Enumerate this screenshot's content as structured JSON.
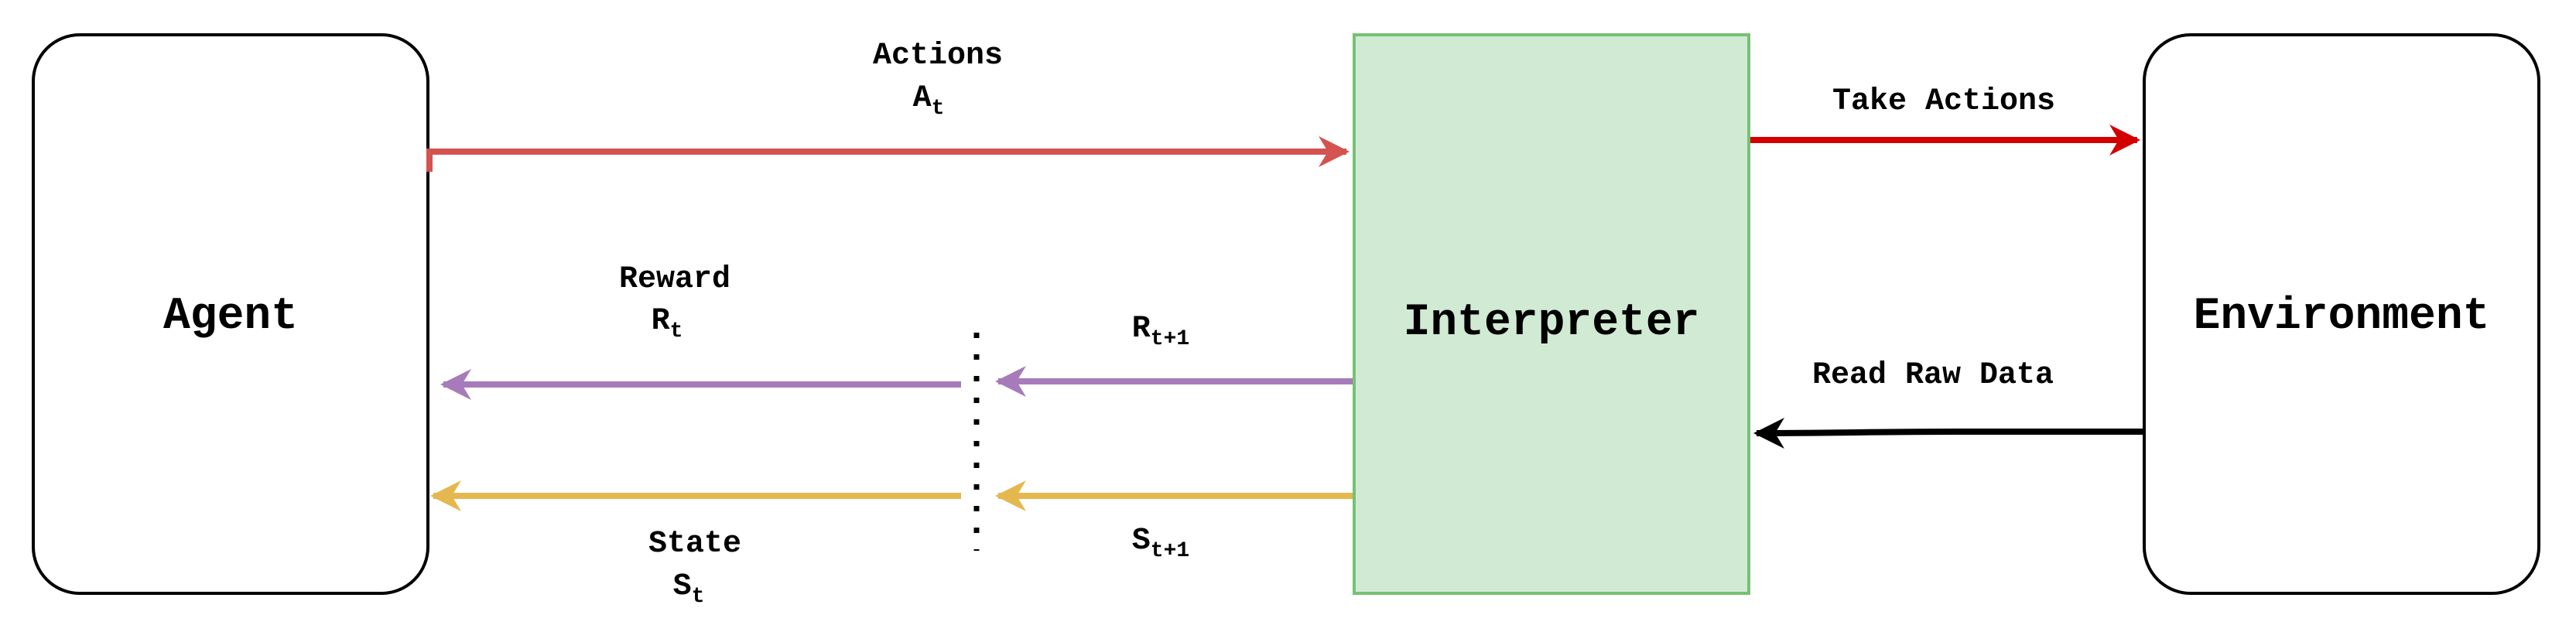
{
  "nodes": {
    "agent": {
      "label": "Agent"
    },
    "interpreter": {
      "label": "Interpreter"
    },
    "environment": {
      "label": "Environment"
    }
  },
  "edges": {
    "actions": {
      "label_top": "Actions",
      "symbol": "A",
      "subscript": "t"
    },
    "take_actions": {
      "label": "Take Actions"
    },
    "read_raw_data": {
      "label": "Read Raw Data"
    },
    "reward": {
      "label_top": "Reward",
      "symbol": "R",
      "subscript": "t"
    },
    "reward_next": {
      "symbol": "R",
      "subscript": "t+1"
    },
    "state": {
      "label_top": "State",
      "symbol": "S",
      "subscript": "t"
    },
    "state_next": {
      "symbol": "S",
      "subscript": "t+1"
    }
  },
  "colors": {
    "actions_arrow": "#D4524F",
    "take_actions_arrow": "#D40000",
    "read_raw_data_arrow": "#000000",
    "reward_arrow": "#A77BB9",
    "state_arrow": "#E5B84F",
    "interpreter_fill": "#D0EAD4",
    "interpreter_stroke": "#76C174",
    "box_stroke": "#000000"
  }
}
